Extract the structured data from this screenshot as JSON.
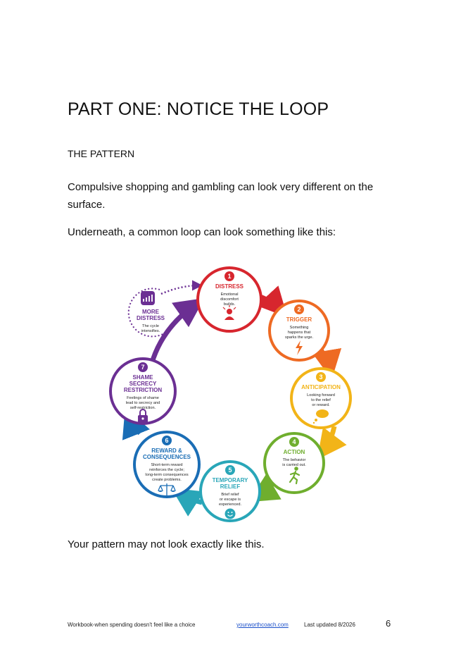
{
  "page": {
    "title": "PART ONE: NOTICE THE LOOP",
    "subheading": "THE PATTERN",
    "paragraph1": "Compulsive shopping and gambling can look very different on the surface.",
    "paragraph2": "Underneath, a common loop can look something like this:",
    "paragraph3": "Your pattern may not look exactly like this."
  },
  "cycle": {
    "steps": [
      {
        "num": "1",
        "title": [
          "DISTRESS"
        ],
        "desc": [
          "Emotional",
          "discomfort",
          "builds."
        ],
        "color": "#d7262e",
        "icon": "distressed-person-icon"
      },
      {
        "num": "2",
        "title": [
          "TRIGGER"
        ],
        "desc": [
          "Something",
          "happens that",
          "sparks the urge."
        ],
        "color": "#ee6a23",
        "icon": "lightning-icon"
      },
      {
        "num": "3",
        "title": [
          "ANTICIPATION"
        ],
        "desc": [
          "Looking forward",
          "to the relief",
          "or reward."
        ],
        "color": "#f2b418",
        "icon": "thought-bubble-icon"
      },
      {
        "num": "4",
        "title": [
          "ACTION"
        ],
        "desc": [
          "The behavior",
          "is carried out."
        ],
        "color": "#6fae2e",
        "icon": "running-person-icon"
      },
      {
        "num": "5",
        "title": [
          "TEMPORARY",
          "RELIEF"
        ],
        "desc": [
          "Brief relief",
          "or escape is",
          "experienced."
        ],
        "color": "#29a6b8",
        "icon": "smiley-icon"
      },
      {
        "num": "6",
        "title": [
          "REWARD &",
          "CONSEQUENCES"
        ],
        "desc": [
          "Short-term reward",
          "reinforces the cycle;",
          "long-term consequences",
          "create problems."
        ],
        "color": "#1a6db5",
        "icon": "scales-icon"
      },
      {
        "num": "7",
        "title": [
          "SHAME",
          "SECRECY",
          "RESTRICTION"
        ],
        "desc": [
          "Feelings of shame",
          "lead to secrecy and",
          "self-restriction."
        ],
        "color": "#6b2f93",
        "icon": "lock-icon"
      }
    ],
    "extra": {
      "title": [
        "MORE",
        "DISTRESS"
      ],
      "desc": [
        "The cycle",
        "intensifies."
      ],
      "color": "#6b2f93",
      "icon": "rising-chart-icon"
    }
  },
  "footer": {
    "workbook": "Workbook-when spending doesn't feel like a choice",
    "link": "yourworthcoach.com",
    "updated": "Last updated 8/2026",
    "page_number": "6"
  }
}
